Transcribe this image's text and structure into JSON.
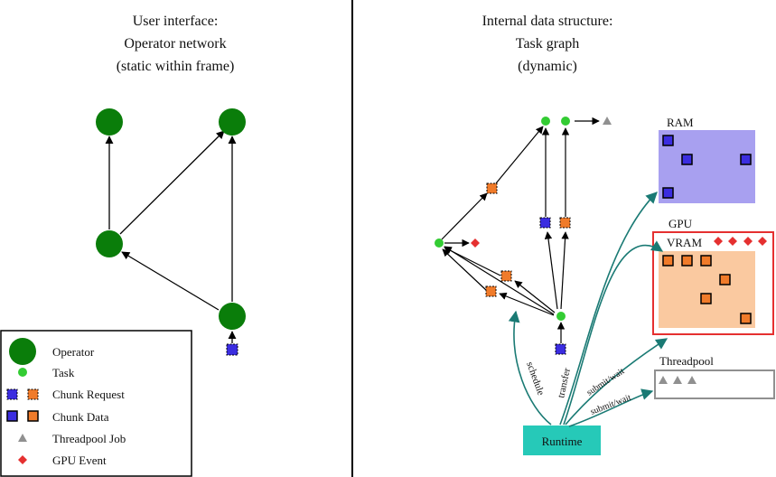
{
  "left_panel": {
    "title_lines": [
      "User interface:",
      "Operator network",
      "(static within frame)"
    ]
  },
  "right_panel": {
    "title_lines": [
      "Internal data structure:",
      "Task graph",
      "(dynamic)"
    ]
  },
  "legend": {
    "items": [
      {
        "label": "Operator",
        "icon": "operator-circle"
      },
      {
        "label": "Task",
        "icon": "task-dot"
      },
      {
        "label": "Chunk Request",
        "icon": "chunk-request-squares"
      },
      {
        "label": "Chunk Data",
        "icon": "chunk-data-squares"
      },
      {
        "label": "Threadpool Job",
        "icon": "threadpool-triangle"
      },
      {
        "label": "GPU Event",
        "icon": "gpu-diamond"
      }
    ]
  },
  "ram": {
    "label": "RAM"
  },
  "gpu": {
    "label": "GPU",
    "vram_label": "VRAM"
  },
  "threadpool": {
    "label": "Threadpool"
  },
  "runtime": {
    "label": "Runtime"
  },
  "edges": {
    "schedule": "schedule",
    "transfer": "transfer",
    "submit_wait_1": "submit/wait",
    "submit_wait_2": "submit/wait"
  },
  "colors": {
    "operator": "#0a7d0a",
    "task": "#33cc33",
    "chunk_blue": "#3b2de0",
    "chunk_orange": "#f07b2a",
    "ram_bg": "#a8a0f0",
    "vram_bg": "#fac9a0",
    "gpu_border": "#e53030",
    "teal": "#1a7a74",
    "runtime_bg": "#26c9b8",
    "triangle": "#909090",
    "diamond": "#e53030"
  }
}
